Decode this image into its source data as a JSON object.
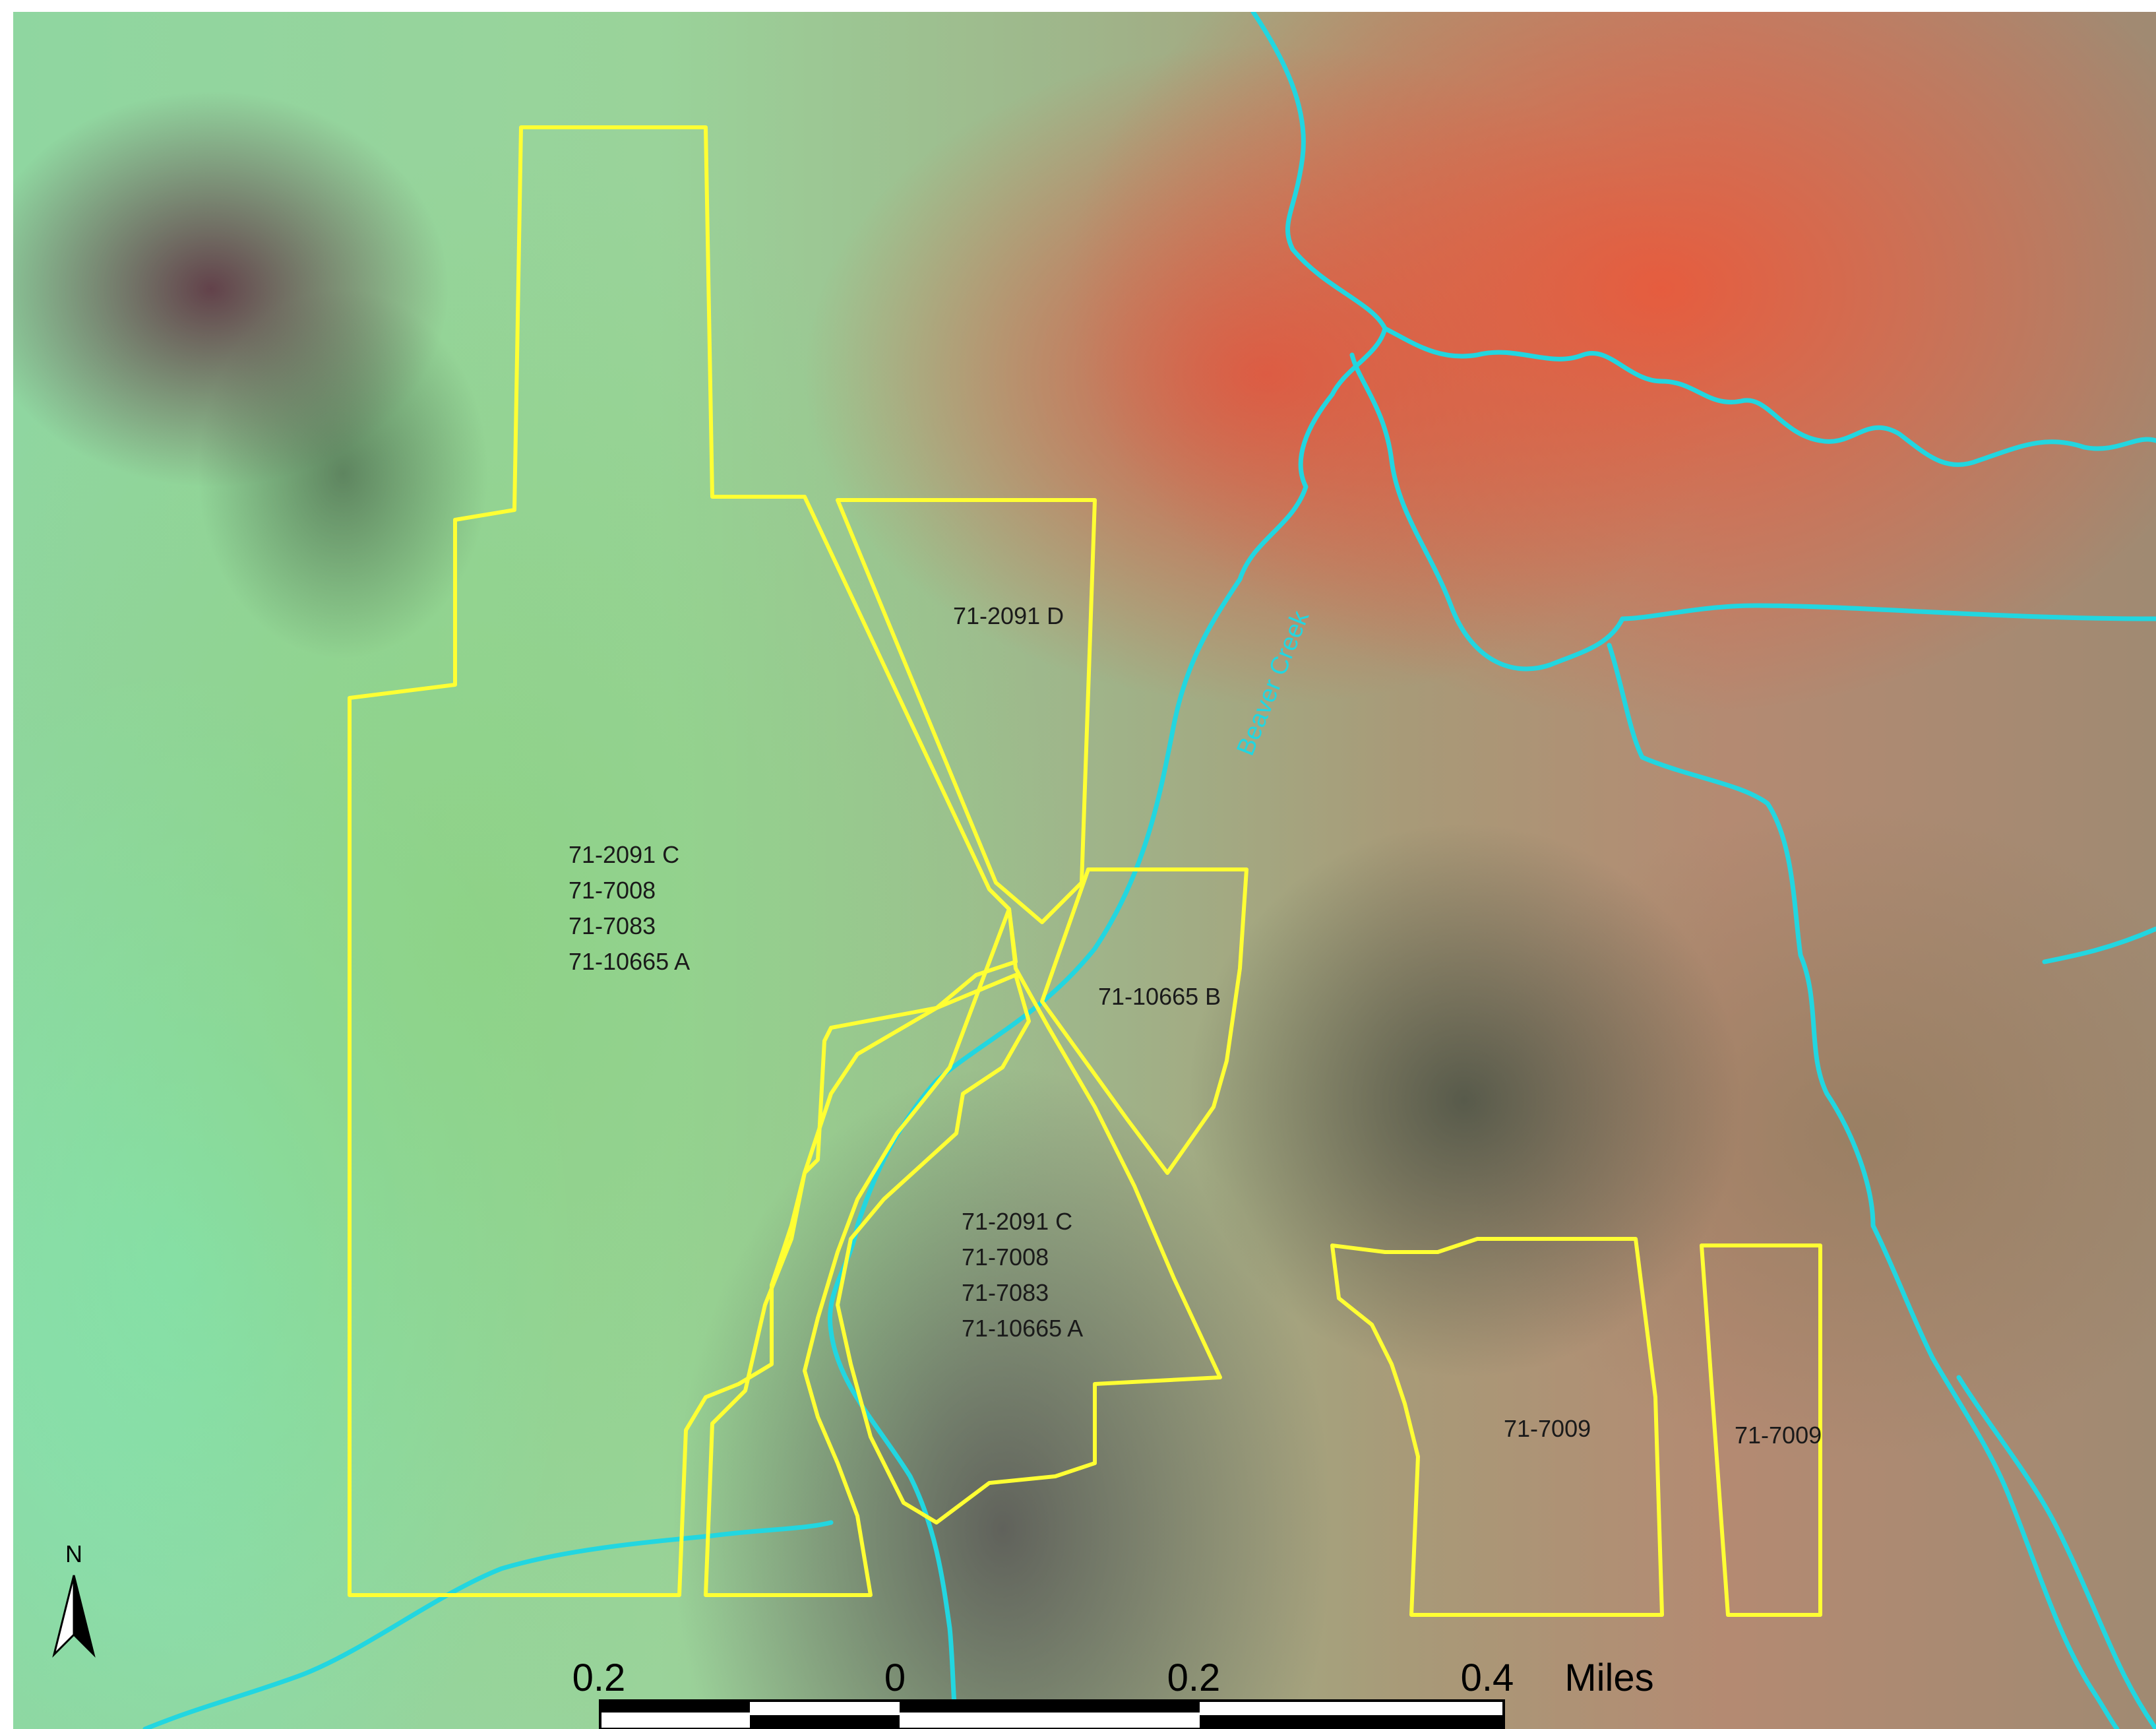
{
  "map": {
    "colors": {
      "parcel_outline": "#ffff33",
      "stream": "#22d6e0",
      "label_text": "#1a1a1a",
      "scale_bar": "#000000"
    },
    "river": {
      "name": "Beaver Creek"
    },
    "parcels": [
      {
        "id": "parcel-west",
        "lines": [
          "71-2091 C",
          "71-7008",
          "71-7083",
          "71-10665 A"
        ]
      },
      {
        "id": "parcel-2091d",
        "lines": [
          "71-2091 D"
        ]
      },
      {
        "id": "parcel-10665b",
        "lines": [
          "71-10665 B"
        ]
      },
      {
        "id": "parcel-south",
        "lines": [
          "71-2091 C",
          "71-7008",
          "71-7083",
          "71-10665 A"
        ]
      },
      {
        "id": "parcel-7009-west",
        "lines": [
          "71-7009"
        ]
      },
      {
        "id": "parcel-7009-east",
        "lines": [
          "71-7009"
        ]
      }
    ],
    "north_arrow": {
      "letter": "N",
      "icon": "north-arrow-icon"
    },
    "scale_bar": {
      "labels": [
        "0.2",
        "0",
        "0.2",
        "0.4"
      ],
      "unit": "Miles"
    }
  }
}
